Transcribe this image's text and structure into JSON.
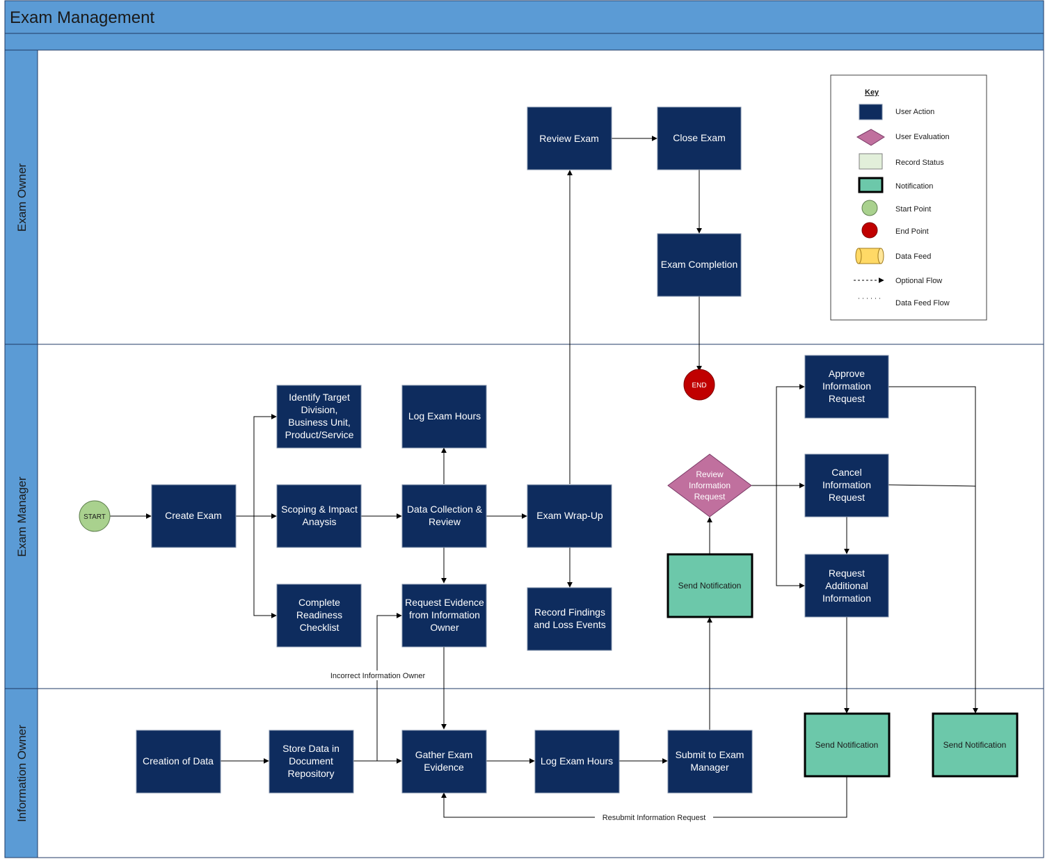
{
  "title": "Exam Management",
  "lanes": {
    "exam_owner": "Exam Owner",
    "exam_manager": "Exam Manager",
    "information_owner": "Information Owner"
  },
  "nodes": {
    "start": "START",
    "end": "END",
    "review_exam": "Review Exam",
    "close_exam": "Close Exam",
    "exam_completion": "Exam Completion",
    "create_exam": "Create Exam",
    "identify_target": [
      "Identify Target",
      "Division,",
      "Business Unit,",
      "Product/Service"
    ],
    "scoping": [
      "Scoping & Impact",
      "Anaysis"
    ],
    "complete_readiness": [
      "Complete",
      "Readiness",
      "Checklist"
    ],
    "log_exam_hours_mgr": "Log Exam Hours",
    "data_collection": [
      "Data Collection &",
      "Review"
    ],
    "request_evidence": [
      "Request Evidence",
      "from Information",
      "Owner"
    ],
    "exam_wrapup": "Exam Wrap-Up",
    "record_findings": [
      "Record Findings",
      "and Loss Events"
    ],
    "review_info_request": [
      "Review",
      "Information",
      "Request"
    ],
    "send_notification_mgr": "Send Notification",
    "approve_info_request": [
      "Approve",
      "Information",
      "Request"
    ],
    "cancel_info_request": [
      "Cancel",
      "Information",
      "Request"
    ],
    "request_additional": [
      "Request",
      "Additional",
      "Information"
    ],
    "creation_of_data": "Creation of Data",
    "store_data": [
      "Store Data in",
      "Document",
      "Repository"
    ],
    "gather_evidence": [
      "Gather Exam",
      "Evidence"
    ],
    "log_exam_hours_io": "Log Exam Hours",
    "submit_to_manager": [
      "Submit to Exam",
      "Manager"
    ],
    "send_notification_io1": "Send Notification",
    "send_notification_io2": "Send Notification"
  },
  "edge_labels": {
    "incorrect_owner": "Incorrect Information Owner",
    "resubmit": "Resubmit Information Request"
  },
  "key": {
    "heading": "Key",
    "items": [
      {
        "label": "User Action",
        "symbol": "navy-rect"
      },
      {
        "label": "User Evaluation",
        "symbol": "pink-diamond"
      },
      {
        "label": "Record Status",
        "symbol": "light-green-rect"
      },
      {
        "label": "Notification",
        "symbol": "teal-thick-rect"
      },
      {
        "label": "Start Point",
        "symbol": "green-circle"
      },
      {
        "label": "End Point",
        "symbol": "red-circle"
      },
      {
        "label": "Data Feed",
        "symbol": "yellow-cylinder"
      },
      {
        "label": "Optional Flow",
        "symbol": "dashed-arrow"
      },
      {
        "label": "Data Feed Flow",
        "symbol": "dotted-line"
      }
    ]
  },
  "colors": {
    "header_blue": "#5b9bd5",
    "action_navy": "#0e2c5e",
    "evaluation_pink": "#c0709e",
    "notification_teal": "#6cc8aa",
    "record_status": "#e2efda",
    "start_green": "#a9d18e",
    "end_red": "#c00000",
    "data_feed_yellow": "#ffd966"
  }
}
